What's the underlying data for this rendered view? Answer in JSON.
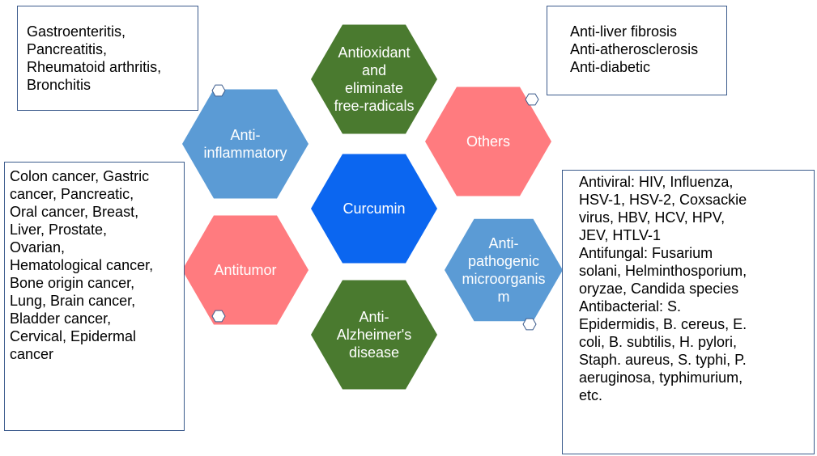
{
  "hexagons": {
    "center": {
      "lines": [
        "Curcumin"
      ],
      "color": "#0b66f0"
    },
    "antioxidant": {
      "lines": [
        "Antioxidant",
        "and",
        "eliminate",
        "free-radicals"
      ],
      "color": "#4a7a2f"
    },
    "anti_inflammatory": {
      "lines": [
        "Anti-",
        "inflammatory"
      ],
      "color": "#5b9bd5"
    },
    "others": {
      "lines": [
        "Others"
      ],
      "color": "#ff7b7f"
    },
    "antitumor": {
      "lines": [
        "Antitumor"
      ],
      "color": "#ff7b7f"
    },
    "anti_pathogenic": {
      "lines": [
        "Anti-",
        "pathogenic",
        "microorganis",
        "m"
      ],
      "color": "#5b9bd5"
    },
    "anti_alzheimer": {
      "lines": [
        "Anti-",
        "Alzheimer's",
        "disease"
      ],
      "color": "#4a7a2f"
    }
  },
  "boxes": {
    "inflammatory": [
      "Gastroenteritis,",
      "Pancreatitis,",
      "Rheumatoid arthritis,",
      "Bronchitis"
    ],
    "others": [
      "Anti-liver fibrosis",
      "Anti-atherosclerosis",
      "Anti-diabetic"
    ],
    "tumor": [
      "Colon cancer, Gastric",
      "cancer, Pancreatic,",
      "Oral cancer, Breast,",
      "Liver, Prostate,",
      "Ovarian,",
      "Hematological cancer,",
      "Bone origin cancer,",
      "Lung, Brain cancer,",
      "Bladder cancer,",
      "Cervical, Epidermal",
      "cancer"
    ],
    "pathogen": [
      "Antiviral: HIV, Influenza,",
      "HSV-1, HSV-2, Coxsackie",
      "virus, HBV, HCV, HPV,",
      "JEV, HTLV-1",
      "Antifungal: Fusarium",
      "solani, Helminthosporium,",
      "oryzae, Candida species",
      "Antibacterial: S.",
      "Epidermidis, B. cereus, E.",
      "coli, B. subtilis, H. pylori,",
      "Staph. aureus, S. typhi, P.",
      "aeruginosa, typhimurium,",
      "etc."
    ]
  }
}
